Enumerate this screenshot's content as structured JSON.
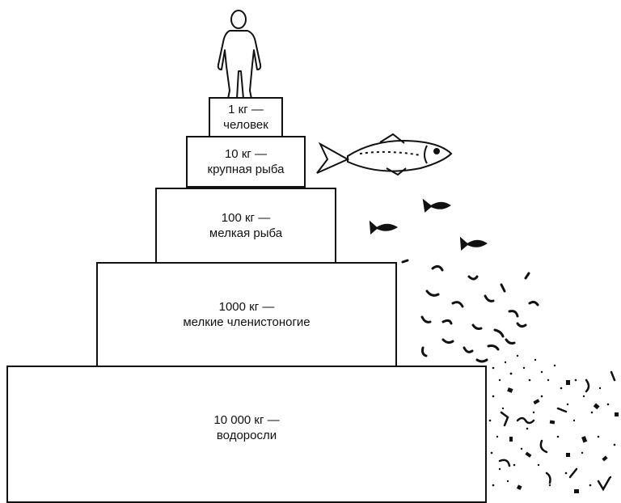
{
  "pyramid": {
    "levels": [
      {
        "mass": "1 кг —",
        "organism": "человек"
      },
      {
        "mass": "10 кг —",
        "organism": "крупная рыба"
      },
      {
        "mass": "100 кг —",
        "organism": "мелкая рыба"
      },
      {
        "mass": "1000 кг —",
        "organism": "мелкие членистоногие"
      },
      {
        "mass": "10 000 кг —",
        "organism": "водоросли"
      }
    ]
  },
  "icons": {
    "top": "human-figure-icon",
    "large_fish": "large-fish-icon",
    "small_fish": "small-fish-icon",
    "arthropods": "arthropod-swarm-icon",
    "algae": "algae-particles-icon"
  }
}
